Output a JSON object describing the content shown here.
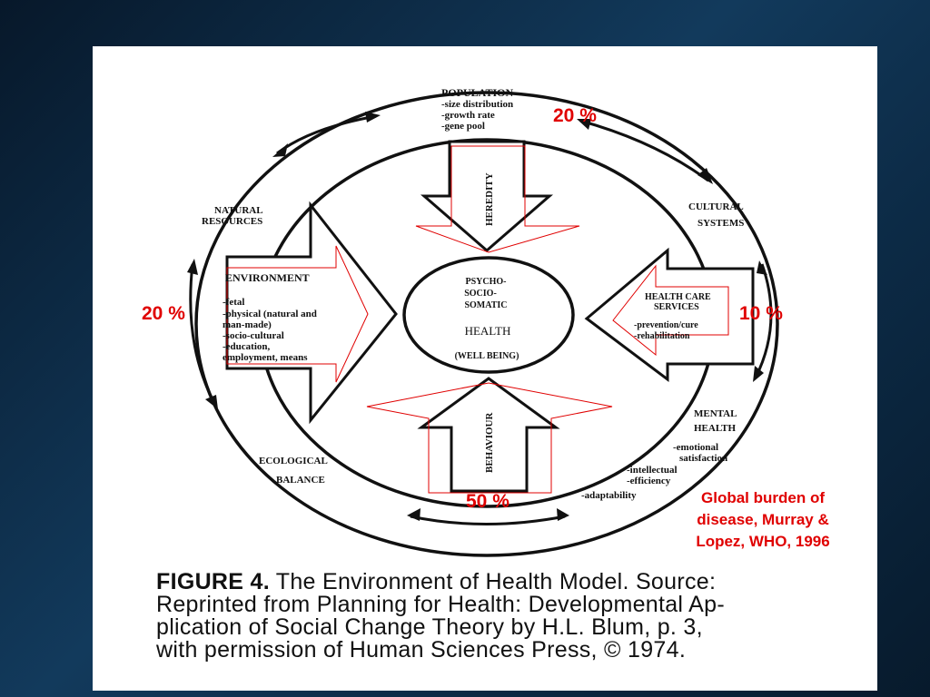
{
  "slide": {
    "population": {
      "title": "POPULATION",
      "items": [
        "-size distribution",
        "-growth rate",
        "-gene pool"
      ]
    },
    "heredity": "HEREDITY",
    "natural_resources": [
      "NATURAL",
      "RESOURCES"
    ],
    "cultural_systems": [
      "CULTURAL",
      "SYSTEMS"
    ],
    "environment": {
      "title": "ENVIRONMENT",
      "items": [
        "-fetal",
        "-physical (natural and",
        "man-made)",
        "-socio-cultural",
        "-education,",
        "employment, means"
      ]
    },
    "health_center": [
      "PSYCHO-",
      "SOCIO-",
      "SOMATIC",
      "HEALTH",
      "(WELL BEING)"
    ],
    "health_care": {
      "title": [
        "HEALTH CARE",
        "SERVICES"
      ],
      "items": [
        "-prevention/cure",
        "-rehabilitation"
      ]
    },
    "mental_health": {
      "title": [
        "MENTAL",
        "HEALTH"
      ],
      "items": [
        "-emotional",
        "satisfaction",
        "-intellectual",
        "-efficiency",
        "-adaptability"
      ]
    },
    "ecological_balance": [
      "ECOLOGICAL",
      "BALANCE"
    ],
    "behaviour": "BEHAVIOUR",
    "percent_top": "20 %",
    "percent_left": "20 %",
    "percent_right": "10 %",
    "percent_bottom": "50 %",
    "citation": [
      "Global burden of",
      "disease, Murray &",
      "Lopez, WHO, 1996"
    ],
    "caption": {
      "figure_label": "FIGURE 4.",
      "line1": " The Environment of Health Model. Source:",
      "line2": "Reprinted from Planning for Health: Developmental Ap-",
      "line3": "plication of Social Change Theory by H.L. Blum, p. 3,",
      "line4": "with permission of Human Sciences Press, © 1974."
    },
    "accent_color": "#e00000"
  }
}
